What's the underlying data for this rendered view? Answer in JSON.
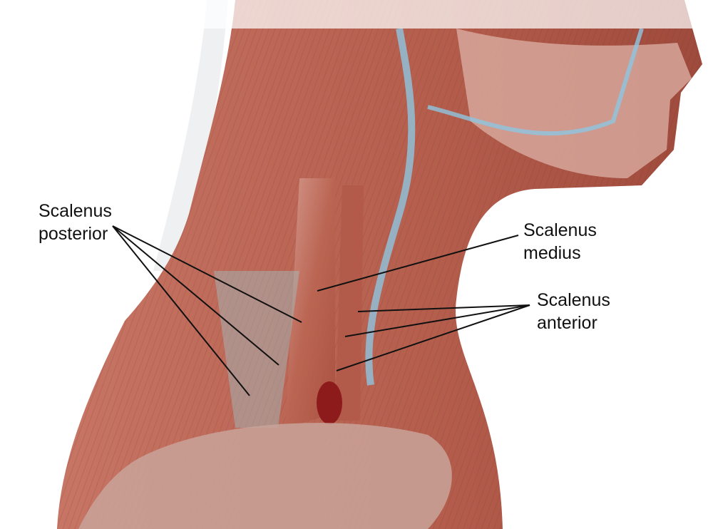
{
  "title": "Scalene muscles of the neck",
  "labels": {
    "posterior": [
      "Scalenus",
      "posterior"
    ],
    "medius": [
      "Scalenus",
      "medius"
    ],
    "anterior": [
      "Scalenus",
      "anterior"
    ]
  },
  "colors": {
    "muscle": "#b9614f",
    "muscle_light": "#d99484",
    "vein": "#8fc6e0",
    "leader": "#111111"
  }
}
